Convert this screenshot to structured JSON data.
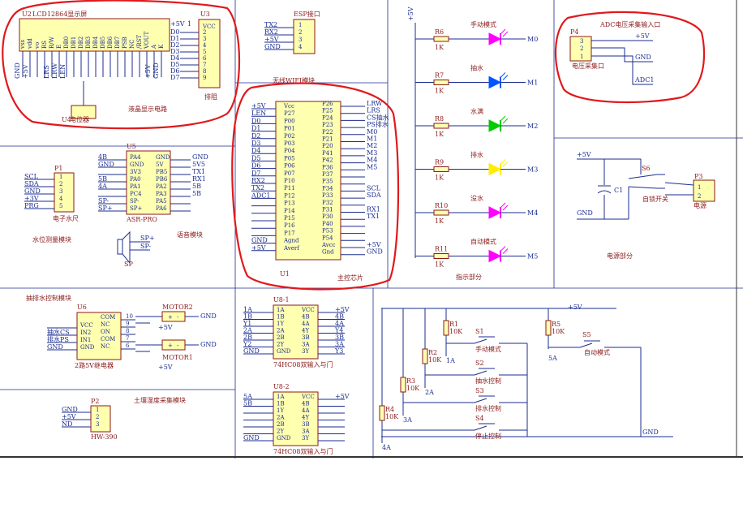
{
  "sections": {
    "lcd": "液晶显示电路",
    "esp": "ESP接口",
    "wifi": "无线WIFI模块",
    "adc": "ADC电压采集输入口",
    "water_level": "水位测量模块",
    "voice": "语音模块",
    "indicator": "指示部分",
    "power": "电源部分",
    "pump": "抽排水控制模块",
    "soil": "土壤湿度采集模块",
    "main_chip": "主控芯片"
  },
  "u2": {
    "ref": "U2",
    "name": "LCD12864显示屏",
    "pins": [
      "vss",
      "vdd",
      "vo",
      "RS",
      "R/W",
      "E",
      "DB0",
      "DB1",
      "DB2",
      "DB3",
      "DB4",
      "DB5",
      "DB6",
      "DB7",
      "PSB",
      "NC",
      "/RST",
      "VOUT",
      "A",
      "K"
    ]
  },
  "u3": {
    "ref": "U3",
    "name": "排阻",
    "top": "VCC",
    "nets": [
      "D0",
      "D1",
      "D2",
      "D3",
      "D4",
      "D5",
      "D6",
      "D7"
    ],
    "numbers": [
      "1",
      "2",
      "3",
      "4",
      "5",
      "6",
      "7",
      "8",
      "9"
    ]
  },
  "u4": {
    "ref": "U4",
    "name": "电位器"
  },
  "esp_header": {
    "nets": [
      "TX2",
      "RX2",
      "+5V",
      "GND"
    ],
    "numbers": [
      "1",
      "2",
      "3",
      "4"
    ]
  },
  "p4": {
    "ref": "P4",
    "name": "电压采集口",
    "nets": [
      "+5V",
      "GND",
      "ADC1"
    ],
    "numbers": [
      "3",
      "2",
      "1"
    ]
  },
  "p1": {
    "ref": "P1",
    "name": "电子水尺",
    "nets": [
      "SCL",
      "SDA",
      "GND",
      "+3V",
      "PRG"
    ],
    "numbers": [
      "1",
      "2",
      "3",
      "4",
      "5"
    ]
  },
  "u5": {
    "ref": "U5",
    "name": "ASR-PRO",
    "left": [
      "PA4",
      "GND",
      "3V3",
      "PA0",
      "PA1",
      "PC4",
      "SP-",
      "SP+"
    ],
    "right": [
      "GND",
      "5V",
      "PB5",
      "PB6",
      "PA2",
      "PA3",
      "PA5",
      "PA6"
    ],
    "left_nets": [
      "4B",
      "GND",
      "",
      "5B",
      "4A",
      "",
      "SP-",
      "SP+"
    ],
    "right_nets": [
      "GND",
      "5V5",
      "TX1",
      "RX1",
      "5B",
      "5B",
      "",
      ""
    ]
  },
  "sp": {
    "ref": "SP",
    "nets": [
      "SP+",
      "SP-"
    ]
  },
  "u1": {
    "ref": "U1",
    "left": [
      "Vcc",
      "P27",
      "P00",
      "P01",
      "P02",
      "P03",
      "P04",
      "P05",
      "P06",
      "P07",
      "P10",
      "P11",
      "P12",
      "P13",
      "P14",
      "P15",
      "P16",
      "P17",
      "Agnd",
      "Averf"
    ],
    "right": [
      "P26",
      "P25",
      "P24",
      "P23",
      "P22",
      "P21",
      "P20",
      "P41",
      "P42",
      "P36",
      "P37",
      "P35",
      "P34",
      "P33",
      "P32",
      "P31",
      "P30",
      "P40",
      "P53",
      "P54",
      "Avcc",
      "Gnd"
    ],
    "left_nets": [
      "+5V",
      "LEN",
      "D0",
      "D1",
      "D2",
      "D3",
      "D4",
      "D5",
      "D6",
      "D7",
      "RX2",
      "TX2",
      "ADC1",
      "",
      "",
      "",
      "",
      "",
      "GND",
      "+5V"
    ],
    "right_nets": [
      "LRW",
      "LRS",
      "CS抽水",
      "PS排水",
      "M0",
      "M1",
      "M2",
      "M3",
      "M4",
      "M5",
      "",
      "",
      "SCL",
      "SDA",
      "",
      "RX1",
      "TX1",
      "",
      "",
      "",
      "+5V",
      "GND"
    ]
  },
  "leds": [
    {
      "label": "手动模式",
      "res": "R6",
      "net": "M0",
      "color": "#ff00ff"
    },
    {
      "label": "抽水",
      "res": "R7",
      "net": "M1",
      "color": "#0055ff"
    },
    {
      "label": "水满",
      "res": "R8",
      "net": "M2",
      "color": "#00cc00"
    },
    {
      "label": "排水",
      "res": "R9",
      "net": "M3",
      "color": "#ffee00"
    },
    {
      "label": "没水",
      "res": "R10",
      "net": "M4",
      "color": "#ff00ff"
    },
    {
      "label": "自动模式",
      "res": "R11",
      "net": "M5",
      "color": "#ff00ff"
    }
  ],
  "led_res_value": "1K",
  "power": {
    "p3": "P3",
    "p3_name": "电源",
    "switch": "S6",
    "switch_name": "自锁开关",
    "cap": "C1",
    "v5": "+5V",
    "gnd": "GND"
  },
  "u6": {
    "ref": "U6",
    "name": "2路5V继电器",
    "left": [
      "VCC",
      "IN2",
      "IN1",
      "GND"
    ],
    "right": [
      "COM",
      "NC",
      "ON",
      "COM",
      "NC"
    ],
    "left_nets": [
      "",
      "抽水CS",
      "排水PS",
      "GND"
    ],
    "numbers": [
      "10",
      "9",
      "8",
      "7",
      "6"
    ]
  },
  "motors": [
    "MOTOR2",
    "MOTOR1"
  ],
  "p2": {
    "ref": "P2",
    "name": "HW-390",
    "nets": [
      "GND",
      "+5V",
      "ND"
    ],
    "numbers": [
      "1",
      "2",
      "3"
    ]
  },
  "u8_1": {
    "ref": "U8-1",
    "name": "74HC08双输入与门",
    "left": [
      "1A",
      "1B",
      "1Y",
      "2A",
      "2B",
      "2Y",
      "GND"
    ],
    "right": [
      "VCC",
      "4B",
      "4A",
      "4Y",
      "3B",
      "3A",
      "3Y"
    ],
    "lnets": [
      "1A",
      "1B",
      "Y1",
      "2A",
      "2B",
      "Y2",
      "GND"
    ],
    "rnets": [
      "+5V",
      "4B",
      "4A",
      "Y4",
      "3B",
      "3A",
      "Y3"
    ]
  },
  "u8_2": {
    "ref": "U8-2",
    "name": "74HC08双输入与门",
    "left": [
      "1A",
      "1B",
      "1Y",
      "2A",
      "2B",
      "2Y",
      "GND"
    ],
    "right": [
      "VCC",
      "4B",
      "4A",
      "4Y",
      "3B",
      "3A",
      "3Y"
    ],
    "lnets": [
      "5A",
      "5B",
      "",
      "",
      "",
      "",
      "GND"
    ],
    "rnets": [
      "+5V",
      "",
      "",
      "",
      "",
      "",
      ""
    ]
  },
  "keys": [
    {
      "ref": "S1",
      "label": "手动模式",
      "r": "R1",
      "net": "1A"
    },
    {
      "ref": "S2",
      "label": "抽水控制",
      "r": "R2",
      "net": "2A"
    },
    {
      "ref": "S3",
      "label": "排水控制",
      "r": "R3",
      "net": "3A"
    },
    {
      "ref": "S4",
      "label": "停止控制",
      "r": "R4",
      "net": "4A"
    },
    {
      "ref": "S5",
      "label": "自动模式",
      "r": "R5",
      "net": "5A"
    }
  ],
  "key_res_value": "10K",
  "key_gnd": "GND",
  "key_v5": "+5V"
}
